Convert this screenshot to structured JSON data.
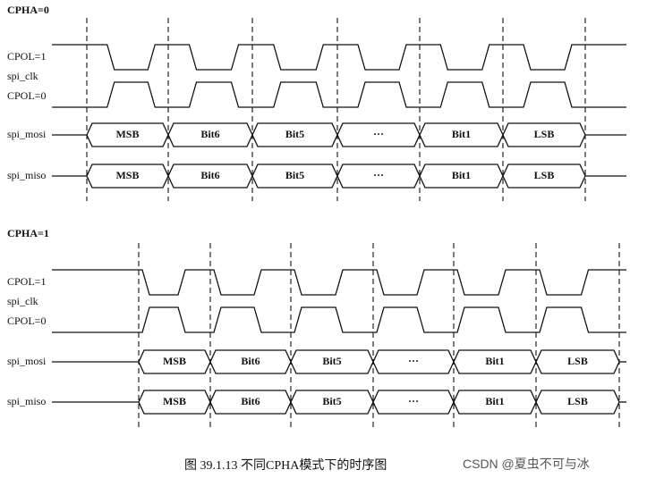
{
  "figure": {
    "caption": "图  39.1.13  不同CPHA模式下的时序图",
    "watermark": "CSDN @夏虫不可与冰"
  },
  "panels": [
    {
      "mode_label": "CPHA=0",
      "clock_group_label": "spi_clk",
      "cpol1_label": "CPOL=1",
      "cpol0_label": "CPOL=0",
      "mosi_label": "spi_mosi",
      "miso_label": "spi_miso",
      "mosi_cells": [
        "MSB",
        "Bit6",
        "Bit5",
        "···",
        "Bit1",
        "LSB"
      ],
      "miso_cells": [
        "MSB",
        "Bit6",
        "Bit5",
        "···",
        "Bit1",
        "LSB"
      ]
    },
    {
      "mode_label": "CPHA=1",
      "clock_group_label": "spi_clk",
      "cpol1_label": "CPOL=1",
      "cpol0_label": "CPOL=0",
      "mosi_label": "spi_mosi",
      "miso_label": "spi_miso",
      "mosi_cells": [
        "MSB",
        "Bit6",
        "Bit5",
        "···",
        "Bit1",
        "LSB"
      ],
      "miso_cells": [
        "MSB",
        "Bit6",
        "Bit5",
        "···",
        "Bit1",
        "LSB"
      ]
    }
  ]
}
